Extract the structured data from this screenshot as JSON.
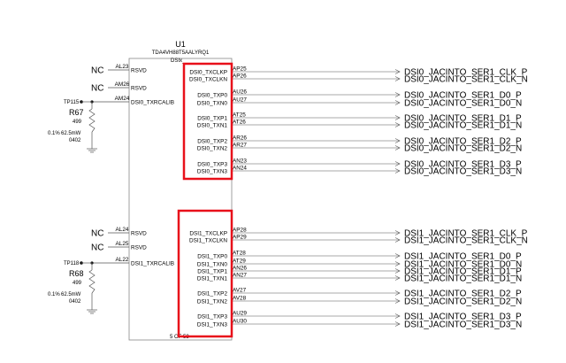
{
  "part": {
    "ref": "U1",
    "value": "TDA4VH88T5AALYRQ1",
    "unit_label_top": "DSIx_",
    "unit_label_bottom": "5 OF 53"
  },
  "highlight_color": "#e8101a",
  "groups": [
    {
      "left_pins": [
        {
          "marker": "NC",
          "num": "AL23",
          "name": "RSVD"
        },
        {
          "marker": "NC",
          "num": "AM26",
          "name": "RSVD"
        },
        {
          "marker": "",
          "num": "AM24",
          "name": "DSI0_TXRCALIB"
        }
      ],
      "right_pins": [
        {
          "name": "DSI0_TXCLKP",
          "num": "AP25",
          "net": "DSI0_JACINTO_SER1_CLK_P"
        },
        {
          "name": "DSI0_TXCLKN",
          "num": "AP26",
          "net": "DSI0_JACINTO_SER1_CLK_N"
        },
        {
          "name": "DSI0_TXP0",
          "num": "AU26",
          "net": "DSI0_JACINTO_SER1_D0_P"
        },
        {
          "name": "DSI0_TXN0",
          "num": "AU27",
          "net": "DSI0_JACINTO_SER1_D0_N"
        },
        {
          "name": "DSI0_TXP1",
          "num": "AT25",
          "net": "DSI0_JACINTO_SER1_D1_P"
        },
        {
          "name": "DSI0_TXN1",
          "num": "AT26",
          "net": "DSI0_JACINTO_SER1_D1_N"
        },
        {
          "name": "DSI0_TXP2",
          "num": "AR26",
          "net": "DSI0_JACINTO_SER1_D2_P"
        },
        {
          "name": "DSI0_TXN2",
          "num": "AR27",
          "net": "DSI0_JACINTO_SER1_D2_N"
        },
        {
          "name": "DSI0_TXP3",
          "num": "AN23",
          "net": "DSI0_JACINTO_SER1_D3_P"
        },
        {
          "name": "DSI0_TXN3",
          "num": "AN24",
          "net": "DSI0_JACINTO_SER1_D3_N"
        }
      ],
      "testpoint": "TP115",
      "resistor": {
        "ref": "R67",
        "value": "499",
        "tolerance": "0.1%",
        "power": "62.5mW",
        "package": "0402"
      }
    },
    {
      "left_pins": [
        {
          "marker": "NC",
          "num": "AL24",
          "name": "RSVD"
        },
        {
          "marker": "NC",
          "num": "AL25",
          "name": "RSVD"
        },
        {
          "marker": "",
          "num": "AL22",
          "name": "DSI1_TXRCALIB"
        }
      ],
      "right_pins": [
        {
          "name": "DSI1_TXCLKP",
          "num": "AP28",
          "net": "DSI1_JACINTO_SER1_CLK_P"
        },
        {
          "name": "DSI1_TXCLKN",
          "num": "AP29",
          "net": "DSI1_JACINTO_SER1_CLK_N"
        },
        {
          "name": "DSI1_TXP0",
          "num": "AT28",
          "net": "DSI1_JACINTO_SER1_D0_P"
        },
        {
          "name": "DSI1_TXN0",
          "num": "AT29",
          "net": "DSI1_JACINTO_SER1_D0_N"
        },
        {
          "name": "DSI1_TXP1",
          "num": "AN26",
          "net": "DSI1_JACINTO_SER1_D1_P"
        },
        {
          "name": "DSI1_TXN1",
          "num": "AN27",
          "net": "DSI1_JACINTO_SER1_D1_N"
        },
        {
          "name": "DSI1_TXP2",
          "num": "AV27",
          "net": "DSI1_JACINTO_SER1_D2_P"
        },
        {
          "name": "DSI1_TXN2",
          "num": "AV28",
          "net": "DSI1_JACINTO_SER1_D2_N"
        },
        {
          "name": "DSI1_TXP3",
          "num": "AU29",
          "net": "DSI1_JACINTO_SER1_D3_P"
        },
        {
          "name": "DSI1_TXN3",
          "num": "AU30",
          "net": "DSI1_JACINTO_SER1_D3_N"
        }
      ],
      "testpoint": "TP118",
      "resistor": {
        "ref": "R68",
        "value": "499",
        "tolerance": "0.1%",
        "power": "62.5mW",
        "package": "0402"
      }
    }
  ]
}
